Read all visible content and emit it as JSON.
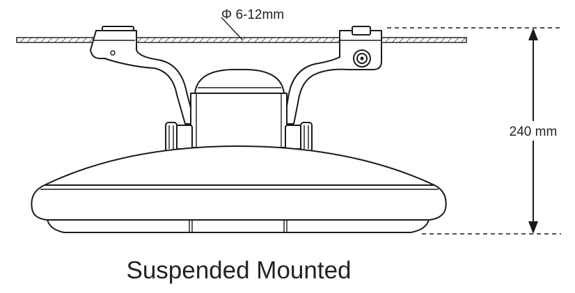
{
  "diagram": {
    "cable_label": "Φ 6-12mm",
    "height_label": "240 mm",
    "caption": "Suspended Mounted"
  },
  "colors": {
    "line": "#1a1a1a",
    "text": "#222222",
    "background": "#ffffff"
  }
}
